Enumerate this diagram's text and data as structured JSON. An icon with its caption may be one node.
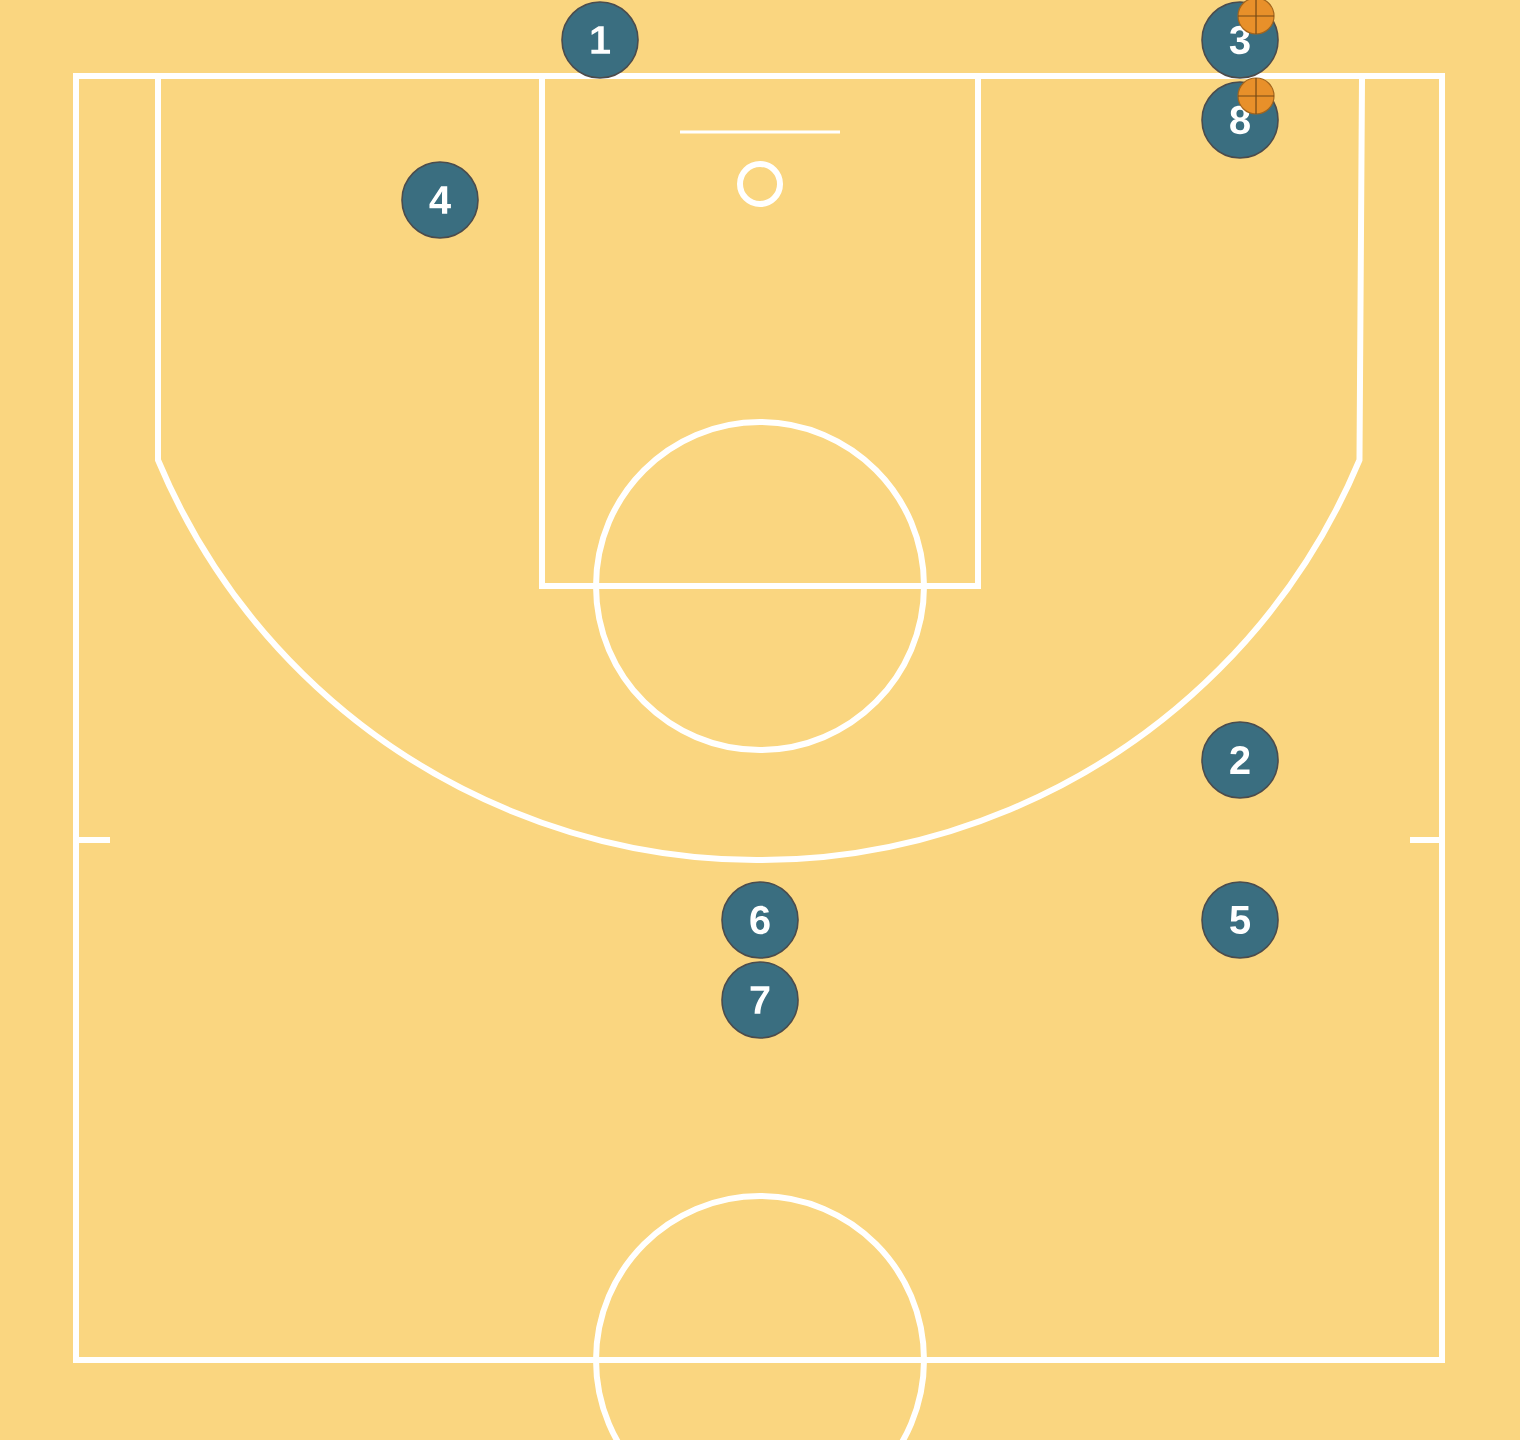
{
  "diagram": {
    "nodes": [
      {
        "text": [
          "1"
        ]
      },
      {
        "text": [
          "3"
        ]
      },
      {
        "text": [
          "8"
        ]
      },
      {
        "text": [
          "4"
        ]
      },
      {
        "text": [
          "2"
        ]
      },
      {
        "text": [
          "5"
        ]
      },
      {
        "text": [
          "6"
        ]
      },
      {
        "text": [
          "7"
        ]
      }
    ]
  }
}
